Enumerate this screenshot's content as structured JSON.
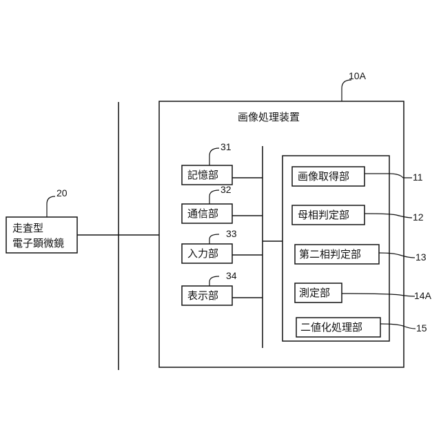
{
  "sem": {
    "ref": "20",
    "line1": "走査型",
    "line2": "電子顕微鏡"
  },
  "device": {
    "ref": "10A",
    "title": "画像処理装置"
  },
  "left_units": [
    {
      "label": "記憶部",
      "ref": "31"
    },
    {
      "label": "通信部",
      "ref": "32"
    },
    {
      "label": "入力部",
      "ref": "33"
    },
    {
      "label": "表示部",
      "ref": "34"
    }
  ],
  "processor_units": [
    {
      "label": "画像取得部",
      "ref": "11"
    },
    {
      "label": "母相判定部",
      "ref": "12"
    },
    {
      "label": "第二相判定部",
      "ref": "13"
    },
    {
      "label": "測定部",
      "ref": "14A"
    },
    {
      "label": "二値化処理部",
      "ref": "15"
    }
  ]
}
